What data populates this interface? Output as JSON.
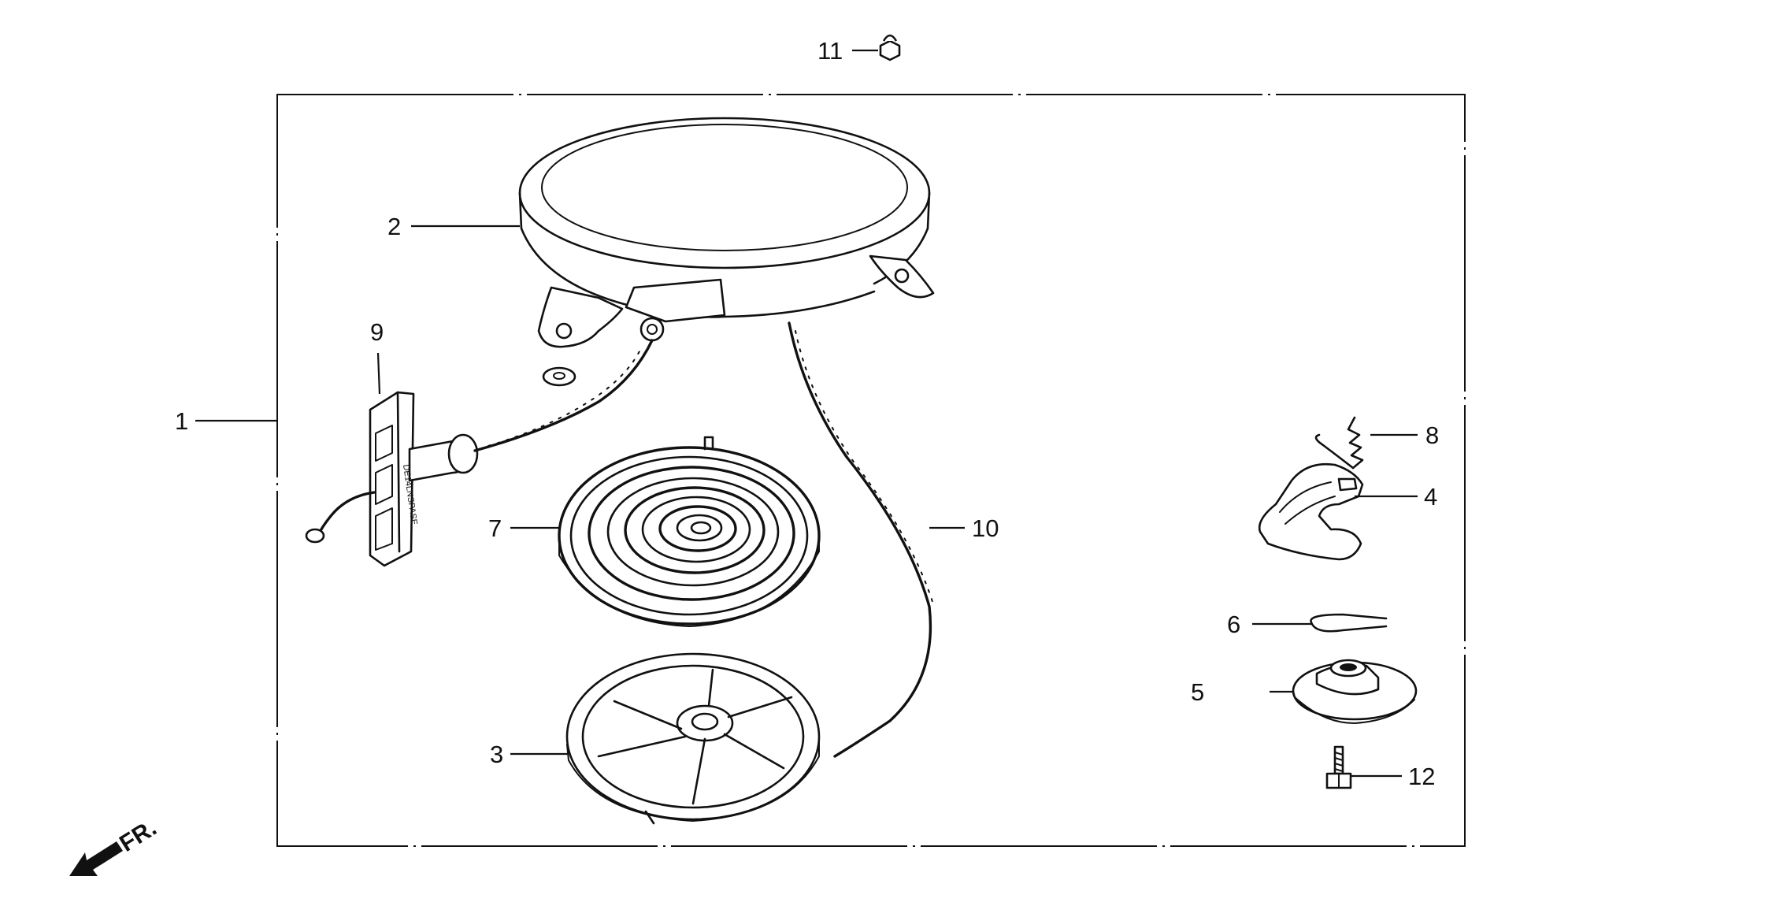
{
  "callouts": [
    {
      "id": "1",
      "label": "1"
    },
    {
      "id": "2",
      "label": "2"
    },
    {
      "id": "3",
      "label": "3"
    },
    {
      "id": "4",
      "label": "4"
    },
    {
      "id": "5",
      "label": "5"
    },
    {
      "id": "6",
      "label": "6"
    },
    {
      "id": "7",
      "label": "7"
    },
    {
      "id": "8",
      "label": "8"
    },
    {
      "id": "9",
      "label": "9"
    },
    {
      "id": "10",
      "label": "10"
    },
    {
      "id": "11",
      "label": "11"
    },
    {
      "id": "12",
      "label": "12"
    }
  ],
  "direction": {
    "label": "FR.",
    "icon": "front-direction-arrow-icon"
  },
  "handle_imprint": "DE14LNSPASE"
}
